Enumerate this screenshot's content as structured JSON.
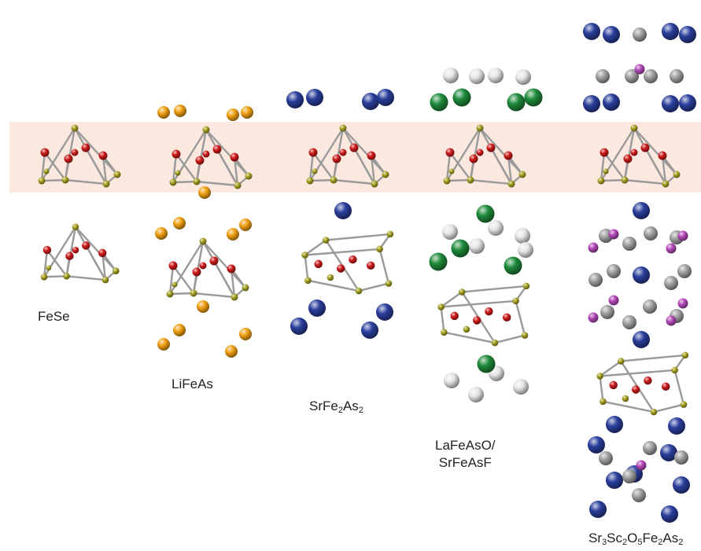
{
  "compounds": [
    {
      "id": "fese",
      "label": "FeSe",
      "label_parts": [
        {
          "t": "FeSe"
        }
      ]
    },
    {
      "id": "lifeas",
      "label": "LiFeAs",
      "label_parts": [
        {
          "t": "LiFeAs"
        }
      ]
    },
    {
      "id": "srfe2as2",
      "label": "SrFe2As2",
      "label_parts": [
        {
          "t": "SrFe"
        },
        {
          "s": "2"
        },
        {
          "t": "As"
        },
        {
          "s": "2"
        }
      ]
    },
    {
      "id": "lafeaso",
      "label_line1": "LaFeAsO/",
      "label_line2": "SrFeAsF"
    },
    {
      "id": "sr3sc2o5fe2as2",
      "label": "Sr3Sc2O5Fe2As2",
      "label_parts": [
        {
          "t": "Sr"
        },
        {
          "s": "3"
        },
        {
          "t": "Sc"
        },
        {
          "s": "2"
        },
        {
          "t": "O"
        },
        {
          "s": "5"
        },
        {
          "t": "Fe"
        },
        {
          "s": "2"
        },
        {
          "t": "As"
        },
        {
          "s": "2"
        }
      ]
    }
  ],
  "colors": {
    "band": "#fbe9df",
    "fe": "#cc1a1a",
    "chalcogen": "#a5a01f",
    "li": "#f0a012",
    "sr": "#2a3e9c",
    "la": "#1e8a3a",
    "o": "#e6e6e6",
    "sc": "#a0a0a0",
    "o_small": "#b348b8",
    "bond": "#9a9a9a"
  },
  "atom_legend": [
    "fe",
    "chalcogen",
    "li",
    "sr",
    "la",
    "o",
    "sc"
  ]
}
